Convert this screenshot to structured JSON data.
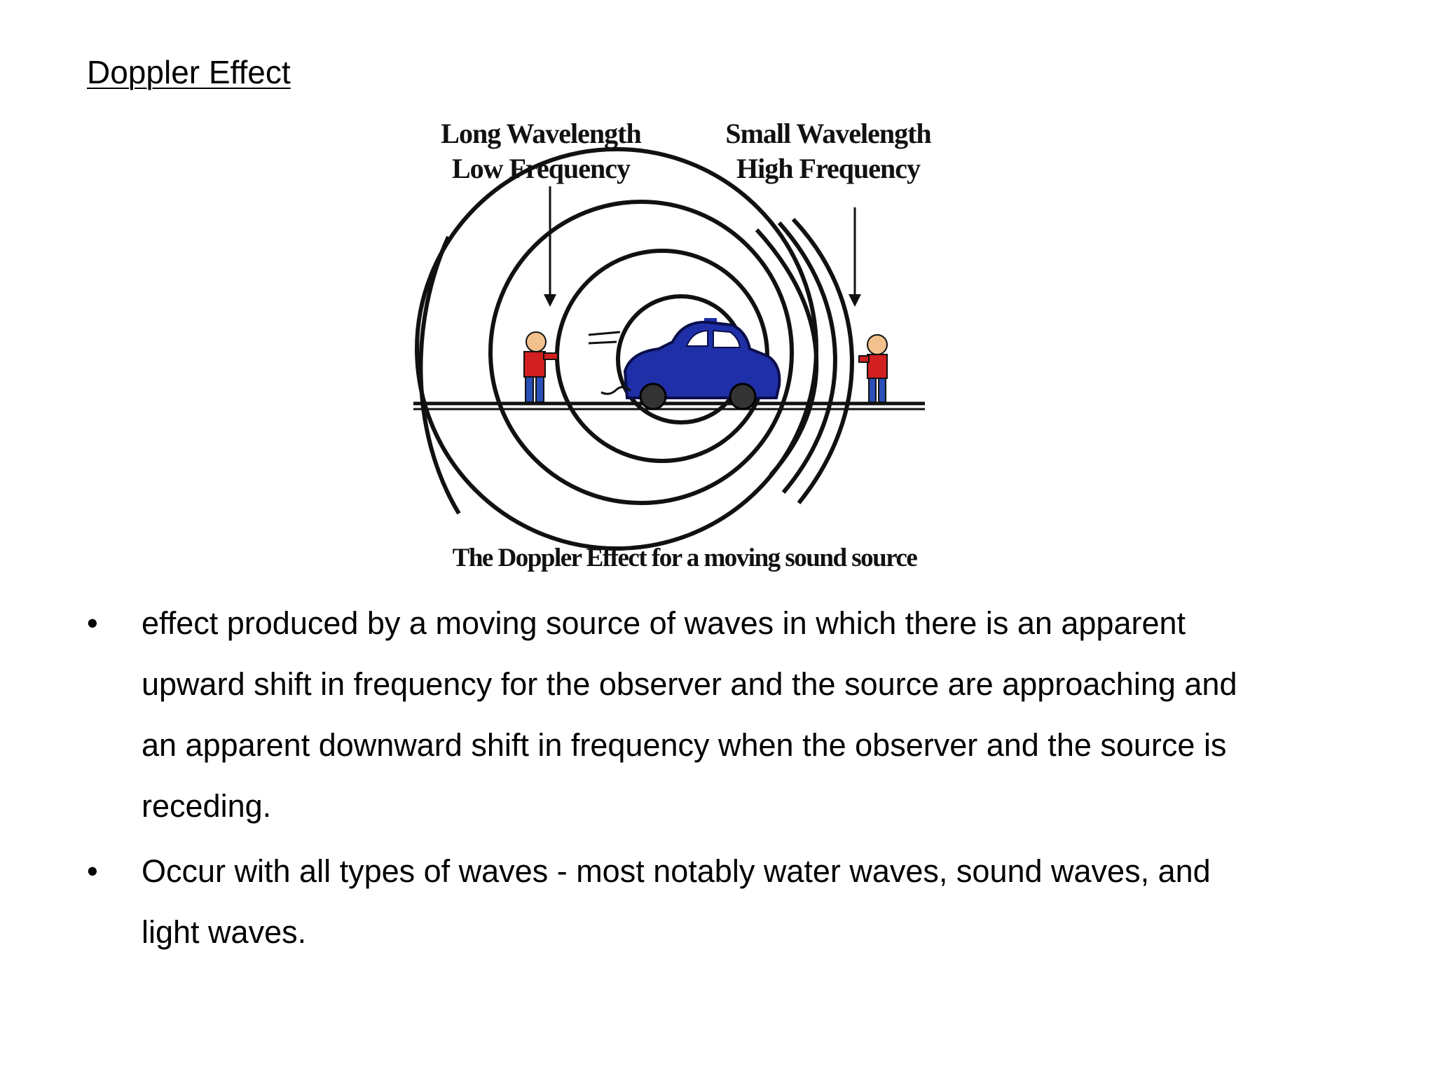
{
  "title": "Doppler Effect",
  "figure": {
    "label_left_line1": "Long Wavelength",
    "label_left_line2": "Low Frequency",
    "label_right_line1": "Small Wavelength",
    "label_right_line2": "High Frequency",
    "caption": "The Doppler Effect for a moving sound source"
  },
  "bullets": [
    {
      "marker": "•",
      "text": "effect produced by a moving source of waves in which there is an apparent upward shift in frequency for the observer and the source are approaching and an apparent downward shift in frequency when the observer and the source is receding."
    },
    {
      "marker": "•",
      "text": "Occur with all types of waves - most notably water waves, sound waves, and light waves."
    }
  ],
  "colors": {
    "car": "#1f2fa8",
    "shirt": "#d21f1f",
    "pants": "#2a4fb8"
  }
}
